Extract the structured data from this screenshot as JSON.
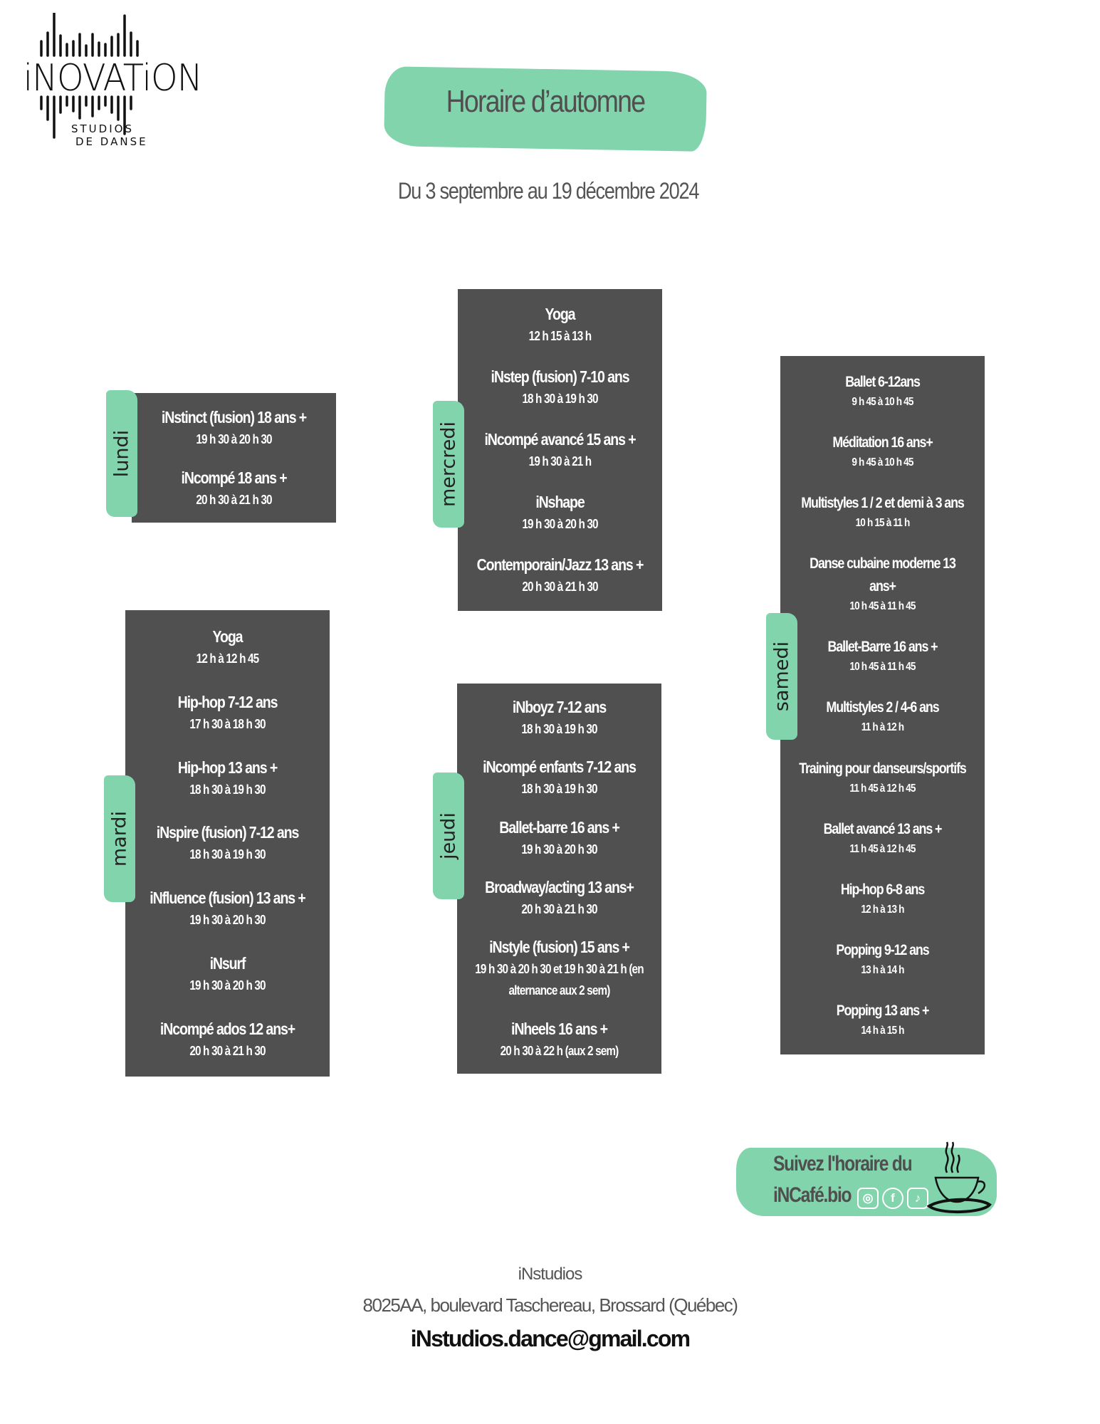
{
  "logo": {
    "word": "iNOVATiON",
    "sub1": "STUDIOS",
    "sub2": "DE DANSE"
  },
  "header": {
    "title": "Horaire d’automne",
    "subtitle": "Du 3 septembre au 19 décembre 2024"
  },
  "days": {
    "lundi": {
      "label": "lundi",
      "classes": [
        {
          "name": "iNstinct (fusion) 18 ans +",
          "time": "19 h 30 à 20 h 30"
        },
        {
          "name": "iNcompé 18 ans +",
          "time": "20 h 30 à 21 h 30"
        }
      ]
    },
    "mardi": {
      "label": "mardi",
      "classes": [
        {
          "name": "Yoga",
          "time": "12 h à 12 h 45"
        },
        {
          "name": "Hip-hop 7-12 ans",
          "time": "17 h 30  à 18 h 30"
        },
        {
          "name": "Hip-hop 13 ans +",
          "time": "18 h 30 à 19 h 30"
        },
        {
          "name": "iNspire (fusion) 7-12 ans",
          "time": "18 h 30 à 19 h 30"
        },
        {
          "name": "iNfluence (fusion) 13 ans +",
          "time": "19 h 30 à 20 h 30"
        },
        {
          "name": "iNsurf",
          "time": "19 h 30 à 20 h 30"
        },
        {
          "name": "iNcompé ados 12 ans+",
          "time": "20 h 30  à 21 h 30"
        }
      ]
    },
    "mercredi": {
      "label": "mercredi",
      "classes": [
        {
          "name": "Yoga",
          "time": "12 h 15 à 13 h"
        },
        {
          "name": "iNstep (fusion) 7-10 ans",
          "time": "18 h 30 à 19 h 30"
        },
        {
          "name": "iNcompé avancé 15 ans +",
          "time": "19 h 30 à 21 h"
        },
        {
          "name": "iNshape",
          "time": "19 h 30 à 20 h 30"
        },
        {
          "name": "Contemporain/Jazz 13 ans +",
          "time": "20  h 30 à 21 h 30"
        }
      ]
    },
    "jeudi": {
      "label": "jeudi",
      "classes": [
        {
          "name": "iNboyz 7-12 ans",
          "time": "18 h 30 à 19 h 30"
        },
        {
          "name": "iNcompé enfants 7-12 ans",
          "time": "18 h 30 à 19 h 30"
        },
        {
          "name": "Ballet-barre 16 ans +",
          "time": "19  h 30 à 20 h 30"
        },
        {
          "name": "Broadway/acting 13 ans+",
          "time": "20  h 30 à 21 h 30"
        },
        {
          "name": "iNstyle (fusion) 15 ans +",
          "time": "19 h 30 à 20 h 30  et 19 h 30 à 21 h (en alternance aux 2 sem)"
        },
        {
          "name": "iNheels 16 ans +",
          "time": "20 h 30 à 22 h (aux 2 sem)"
        }
      ]
    },
    "samedi": {
      "label": "samedi",
      "classes": [
        {
          "name": "Ballet 6-12ans",
          "time": "9 h 45 à 10 h 45"
        },
        {
          "name": "Méditation 16 ans+",
          "time": "9 h 45 à 10 h 45"
        },
        {
          "name": "Multistyles 1  /  2 et demi à 3 ans",
          "time": "10 h 15 à 11 h"
        },
        {
          "name": "Danse cubaine moderne 13 ans+",
          "time": "10 h 45 à 11 h 45"
        },
        {
          "name": "Ballet-Barre 16 ans +",
          "time": "10  h 45 à 11 h 45"
        },
        {
          "name": "Multistyles 2  /  4-6 ans",
          "time": "11 h  à 12 h"
        },
        {
          "name": "Training pour danseurs/sportifs",
          "time": "11 h 45 à 12 h 45"
        },
        {
          "name": "Ballet avancé 13 ans +",
          "time": "11  h 45 à 12 h 45"
        },
        {
          "name": "Hip-hop 6-8 ans",
          "time": "12 h à 13 h"
        },
        {
          "name": "Popping 9-12 ans",
          "time": "13 h  à 14 h"
        },
        {
          "name": "Popping 13 ans +",
          "time": "14 h  à 15 h"
        }
      ]
    }
  },
  "cafe": {
    "line1": "Suivez l'horaire du",
    "line2": "iNCafé.bio",
    "icons": [
      "instagram-icon",
      "facebook-icon",
      "tiktok-icon"
    ]
  },
  "footer": {
    "name": "iNstudios",
    "address": "8025AA, boulevard Taschereau, Brossard (Québec)",
    "email": "iNstudios.dance@gmail.com"
  },
  "colors": {
    "accent": "#82d4ad",
    "box": "#505050",
    "text": "#555555"
  }
}
